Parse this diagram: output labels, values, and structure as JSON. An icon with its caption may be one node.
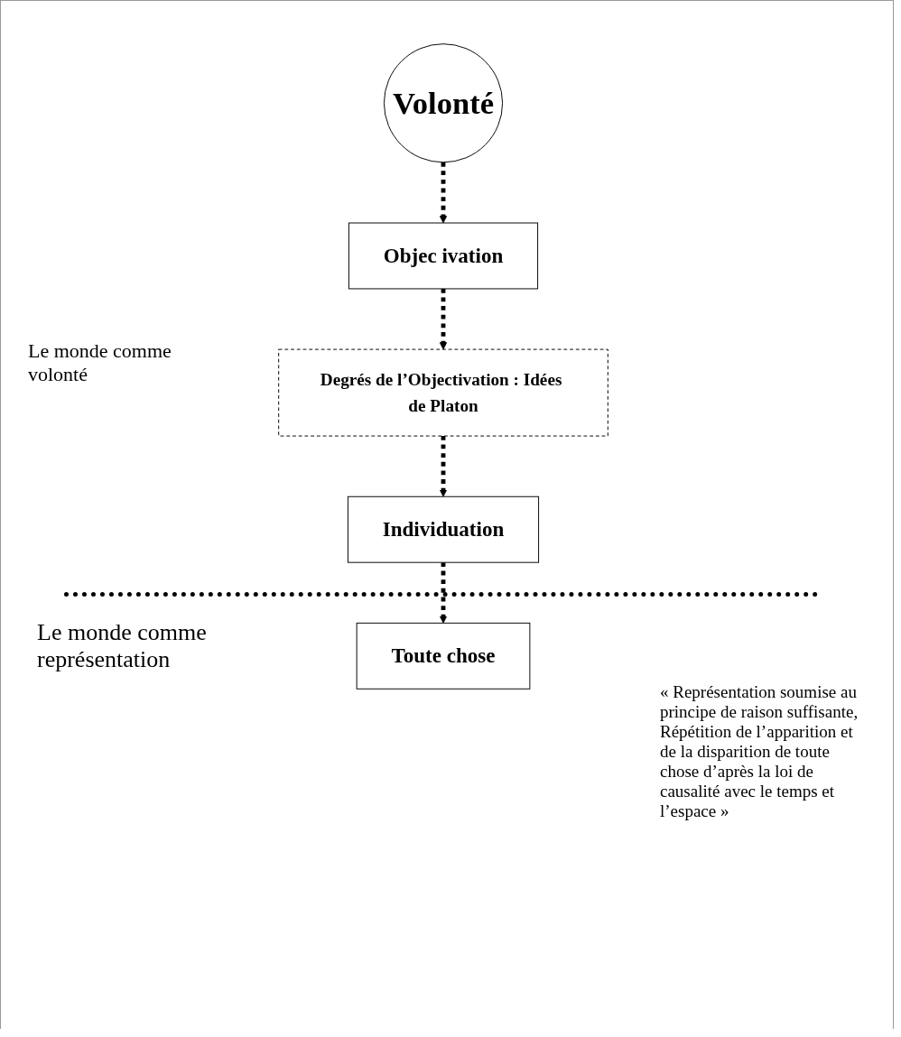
{
  "diagram": {
    "nodes": [
      {
        "text": [
          "Volonté"
        ]
      },
      {
        "text": [
          "Objec ivation"
        ]
      },
      {
        "text": [
          "Degrés de l’Objectivation : Idées de Platon"
        ]
      },
      {
        "text": [
          "Individuation"
        ]
      },
      {
        "text": [
          "Toute chose"
        ]
      }
    ],
    "edges": [
      {
        "from": 0,
        "to": 1,
        "arrow": "to",
        "style": "dashed"
      },
      {
        "from": 1,
        "to": 2,
        "arrow": "to",
        "style": "dashed"
      },
      {
        "from": 2,
        "to": 3,
        "arrow": "to",
        "style": "dashed"
      },
      {
        "from": 3,
        "to": 4,
        "arrow": "to",
        "style": "dashed"
      }
    ],
    "labels": [
      "Le monde comme volonté",
      "Le monde comme représentation",
      "« Représentation soumise au principe de raison suffisante, Répétition de l’apparition et de la disparition de toute chose d’après la loi de causalité avec le temps et l’espace »"
    ]
  }
}
